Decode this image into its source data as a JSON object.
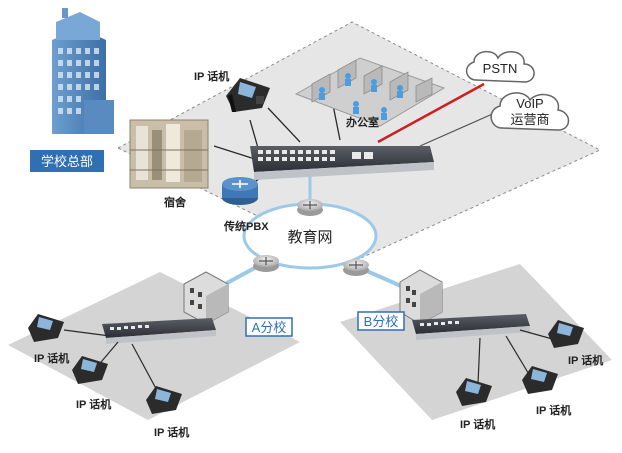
{
  "colors": {
    "campus_plane": "#e4e4e4",
    "branch_plane": "#d3d3d3",
    "label_box": "#2f6fb3",
    "edu_ring": "#9cc9ea",
    "pstn_link": "#cc1f1f",
    "router_blue": "#3f78b6"
  },
  "labels": {
    "hq": "学校总部",
    "office": "办公室",
    "dorm": "宿舍",
    "pbx": "传统PBX",
    "edu_net": "教育网",
    "pstn": "PSTN",
    "voip_line1": "VoIP",
    "voip_line2": "运营商",
    "branch_a": "A分校",
    "branch_b": "B分校"
  },
  "phones": {
    "hq": "IP 话机",
    "a1": "IP 话机",
    "a2": "IP 话机",
    "a3": "IP 话机",
    "b1": "IP 话机",
    "b2": "IP 话机",
    "b3": "IP 话机"
  },
  "icons": [
    "building-icon",
    "ip-phone-icon",
    "switch-icon",
    "router-icon",
    "cloud-icon",
    "office-cubicles-icon",
    "dorm-photo-icon"
  ]
}
